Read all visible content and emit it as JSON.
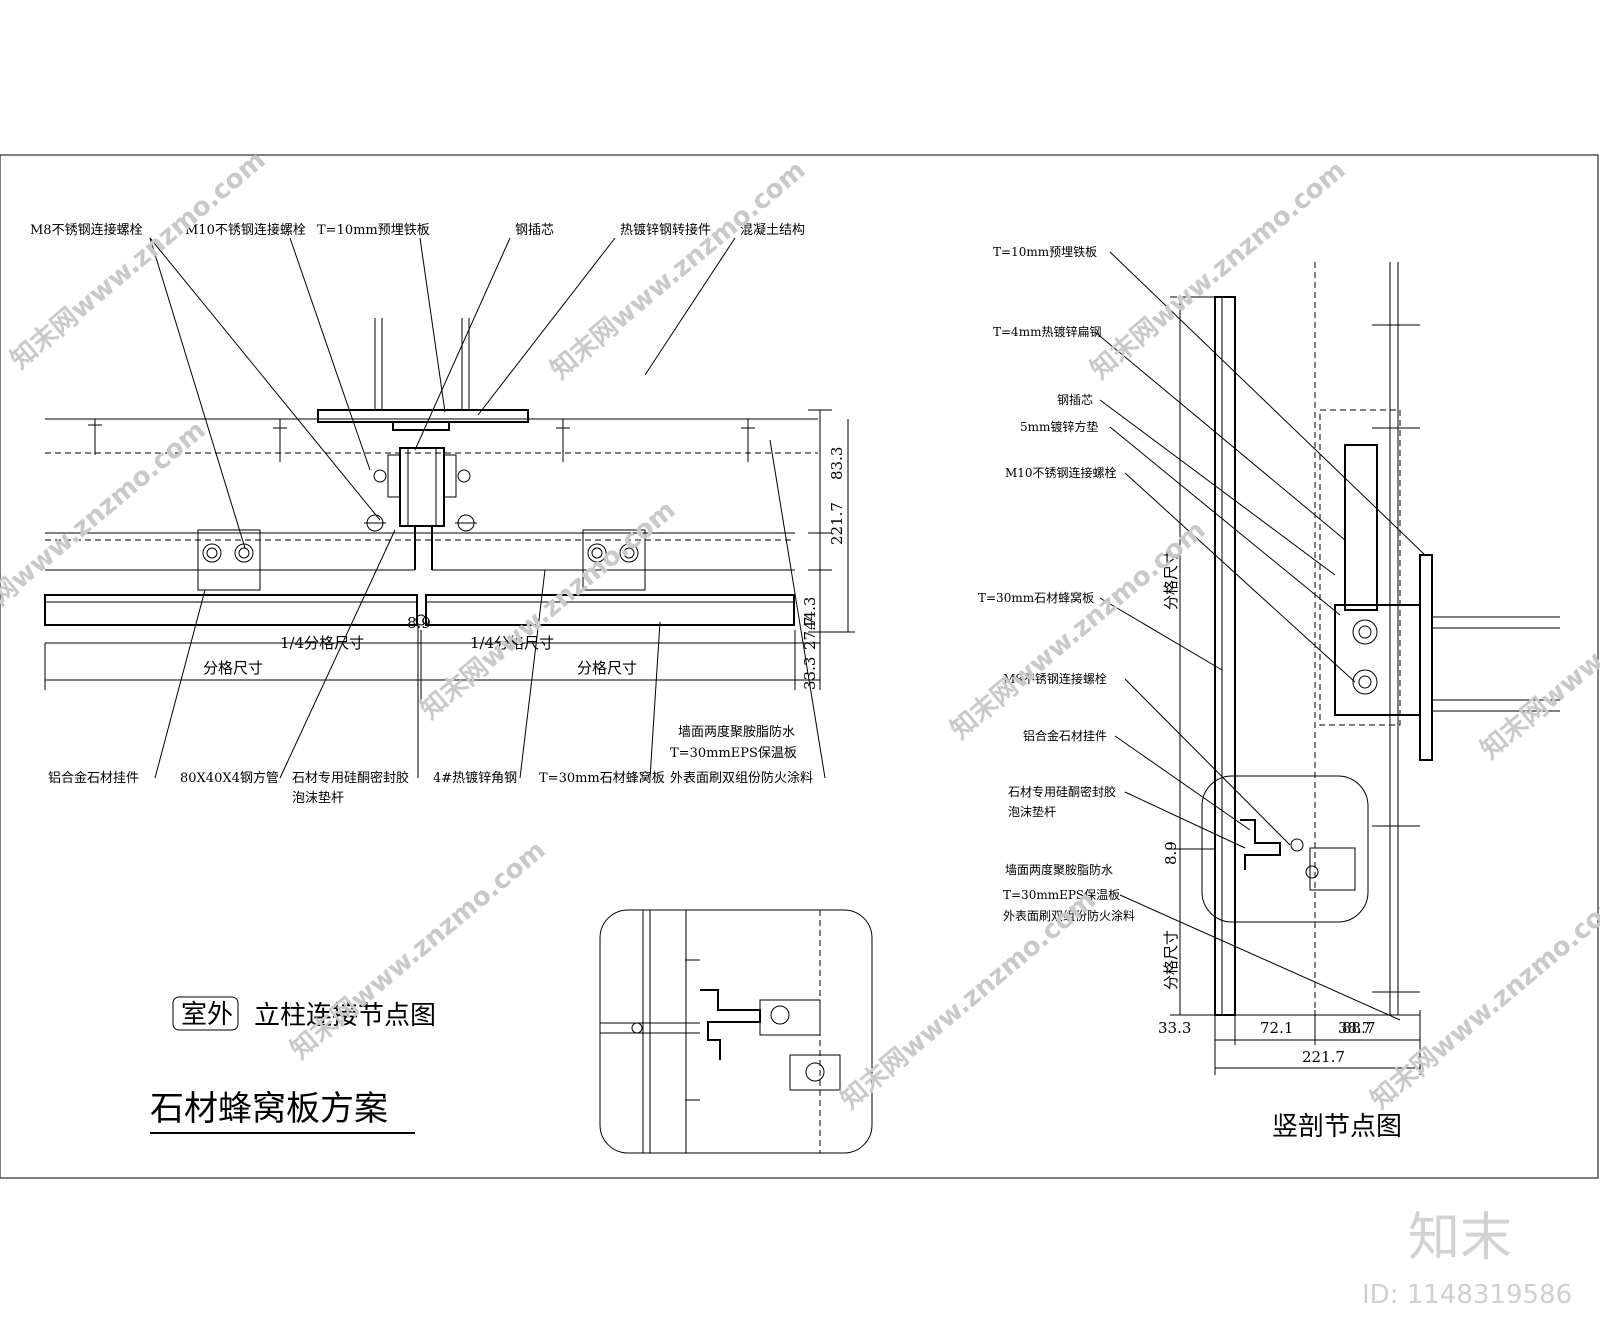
{
  "drawing": {
    "title": "石材蜂窝板方案",
    "left_view": {
      "tag": "室外",
      "caption": "立柱连接节点图",
      "labels_top": [
        "M8不锈钢连接螺栓",
        "M10不锈钢连接螺栓",
        "T=10mm预埋铁板",
        "钢插芯",
        "热镀锌钢转接件",
        "混凝土结构"
      ],
      "labels_bottom": [
        "铝合金石材挂件",
        "80X40X4钢方管",
        "石材专用硅酮密封胶",
        "泡沫垫杆",
        "4#热镀锌角钢",
        "T=30mm石材蜂窝板",
        "墙面两度聚胺脂防水",
        "T=30mmEPS保温板",
        "外表面刷双组份防火涂料"
      ],
      "dims": {
        "gap": "8.9",
        "quarter_left": "1/4分格尺寸",
        "quarter_right": "1/4分格尺寸",
        "module_left": "分格尺寸",
        "module_right": "分格尺寸",
        "v1": "83.3",
        "v2": "221.7",
        "v3": "44.3",
        "v4": "33.3",
        "v5": "27.7"
      }
    },
    "right_view": {
      "caption": "竖剖节点图",
      "labels": [
        "T=10mm预埋铁板",
        "T=4mm热镀锌扁钢",
        "钢插芯",
        "5mm镀锌方垫",
        "M10不锈钢连接螺栓",
        "T=30mm石材蜂窝板",
        "M8不锈钢连接螺栓",
        "铝合金石材挂件",
        "石材专用硅酮密封胶",
        "泡沫垫杆",
        "墙面两度聚胺脂防水",
        "T=30mmEPS保温板",
        "外表面刷双组份防火涂料"
      ],
      "dims": {
        "module_top": "分格尺寸",
        "module_bottom": "分格尺寸",
        "gap": "8.9",
        "b1": "33.3",
        "b2": "72.1",
        "b3": "38.7",
        "b4": "88.7",
        "total": "221.7"
      }
    },
    "watermark": "知末网www.znzmo.com",
    "brand": "知末",
    "id_text": "ID: 1148319586"
  }
}
